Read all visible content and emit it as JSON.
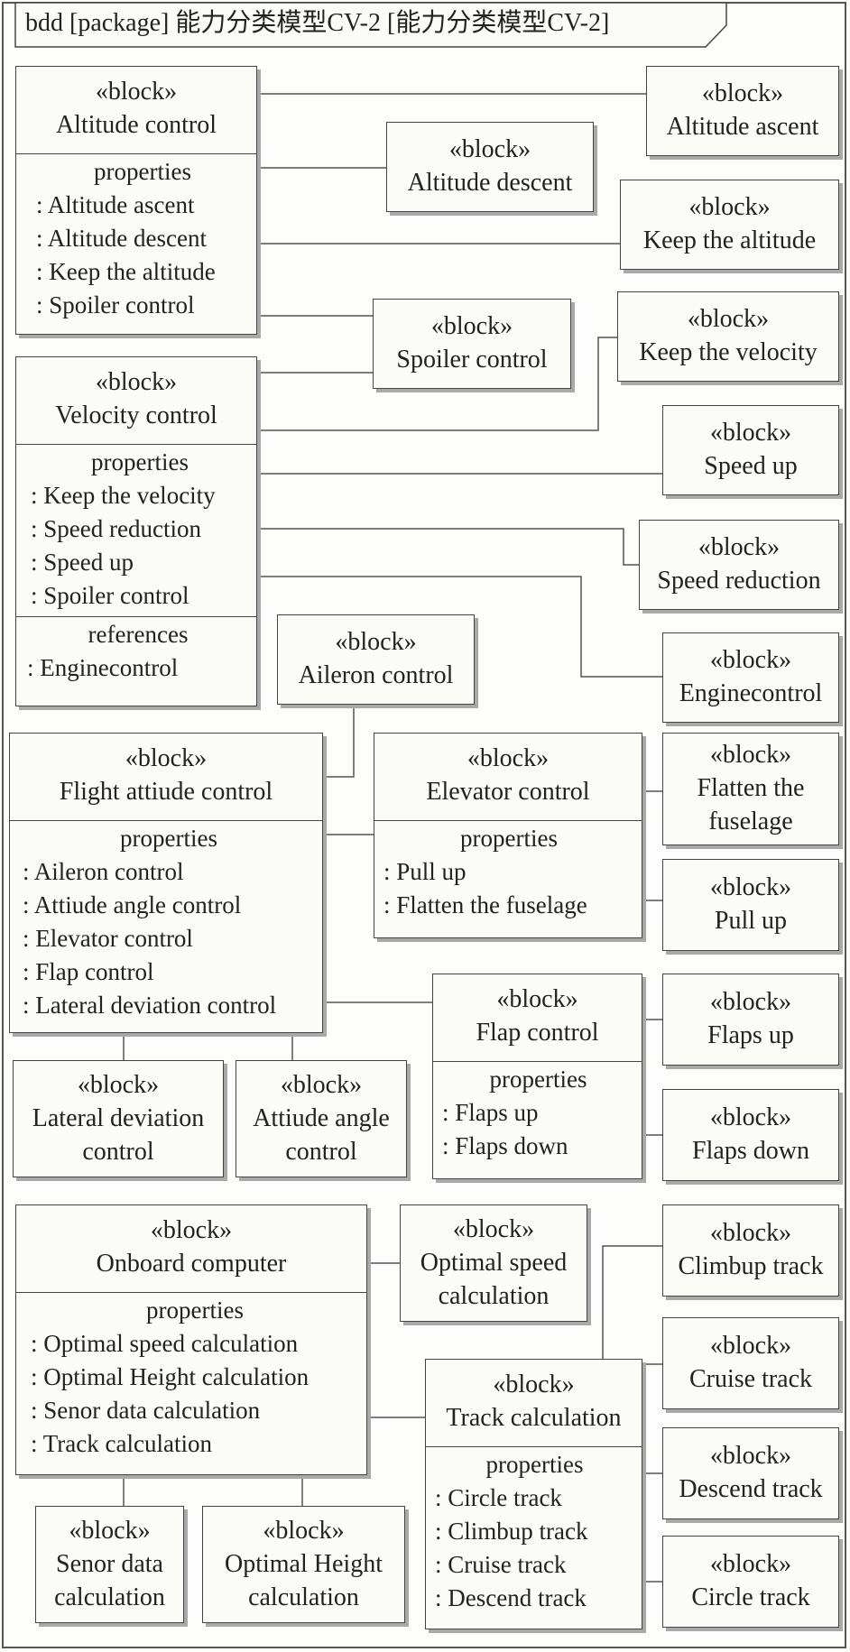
{
  "package_label": "bdd [package] 能力分类模型CV-2 [能力分类模型CV-2]",
  "blocks": [
    {
      "id": "altitude_control",
      "stereotype": "«block»",
      "name": [
        "Altitude control"
      ],
      "compartments": [
        {
          "title": "properties",
          "items": [
            ": Altitude ascent",
            ": Altitude descent",
            ": Keep the altitude",
            ": Spoiler control"
          ]
        }
      ]
    },
    {
      "id": "altitude_ascent",
      "stereotype": "«block»",
      "name": [
        "Altitude ascent"
      ]
    },
    {
      "id": "altitude_descent",
      "stereotype": "«block»",
      "name": [
        "Altitude descent"
      ]
    },
    {
      "id": "keep_altitude",
      "stereotype": "«block»",
      "name": [
        "Keep the altitude"
      ]
    },
    {
      "id": "spoiler_control",
      "stereotype": "«block»",
      "name": [
        "Spoiler control"
      ]
    },
    {
      "id": "keep_velocity",
      "stereotype": "«block»",
      "name": [
        "Keep the velocity"
      ]
    },
    {
      "id": "velocity_control",
      "stereotype": "«block»",
      "name": [
        "Velocity control"
      ],
      "compartments": [
        {
          "title": "properties",
          "items": [
            ": Keep the velocity",
            ": Speed reduction",
            ": Speed up",
            ": Spoiler control"
          ]
        },
        {
          "title": "references",
          "items": [
            ": Enginecontrol"
          ]
        }
      ]
    },
    {
      "id": "speed_up",
      "stereotype": "«block»",
      "name": [
        "Speed up"
      ]
    },
    {
      "id": "speed_reduction",
      "stereotype": "«block»",
      "name": [
        "Speed reduction"
      ]
    },
    {
      "id": "aileron_control",
      "stereotype": "«block»",
      "name": [
        "Aileron control"
      ]
    },
    {
      "id": "enginecontrol",
      "stereotype": "«block»",
      "name": [
        "Enginecontrol"
      ]
    },
    {
      "id": "flight_attitude_control",
      "stereotype": "«block»",
      "name": [
        "Flight attiude control"
      ],
      "compartments": [
        {
          "title": "properties",
          "items": [
            ": Aileron control",
            ": Attiude angle control",
            ": Elevator control",
            ": Flap control",
            ": Lateral deviation control"
          ]
        }
      ]
    },
    {
      "id": "elevator_control",
      "stereotype": "«block»",
      "name": [
        "Elevator control"
      ],
      "compartments": [
        {
          "title": "properties",
          "items": [
            ": Pull up",
            ": Flatten the fuselage"
          ]
        }
      ]
    },
    {
      "id": "flatten_fuselage",
      "stereotype": "«block»",
      "name": [
        "Flatten the",
        "fuselage"
      ]
    },
    {
      "id": "pull_up",
      "stereotype": "«block»",
      "name": [
        "Pull up"
      ]
    },
    {
      "id": "flap_control",
      "stereotype": "«block»",
      "name": [
        "Flap control"
      ],
      "compartments": [
        {
          "title": "properties",
          "items": [
            ": Flaps up",
            ": Flaps down"
          ]
        }
      ]
    },
    {
      "id": "flaps_up",
      "stereotype": "«block»",
      "name": [
        "Flaps up"
      ]
    },
    {
      "id": "flaps_down",
      "stereotype": "«block»",
      "name": [
        "Flaps down"
      ]
    },
    {
      "id": "lateral_deviation_control",
      "stereotype": "«block»",
      "name": [
        "Lateral deviation",
        "control"
      ]
    },
    {
      "id": "attitude_angle_control",
      "stereotype": "«block»",
      "name": [
        "Attiude angle",
        "control"
      ]
    },
    {
      "id": "onboard_computer",
      "stereotype": "«block»",
      "name": [
        "Onboard computer"
      ],
      "compartments": [
        {
          "title": "properties",
          "items": [
            ": Optimal speed calculation",
            ": Optimal Height calculation",
            ": Senor data calculation",
            ": Track calculation"
          ]
        }
      ]
    },
    {
      "id": "optimal_speed_calc",
      "stereotype": "«block»",
      "name": [
        "Optimal speed",
        "calculation"
      ]
    },
    {
      "id": "climbup_track",
      "stereotype": "«block»",
      "name": [
        "Climbup track"
      ]
    },
    {
      "id": "cruise_track",
      "stereotype": "«block»",
      "name": [
        "Cruise track"
      ]
    },
    {
      "id": "track_calculation",
      "stereotype": "«block»",
      "name": [
        "Track calculation"
      ],
      "compartments": [
        {
          "title": "properties",
          "items": [
            ": Circle track",
            ": Climbup track",
            ": Cruise track",
            ": Descend track"
          ]
        }
      ]
    },
    {
      "id": "descend_track",
      "stereotype": "«block»",
      "name": [
        "Descend track"
      ]
    },
    {
      "id": "circle_track",
      "stereotype": "«block»",
      "name": [
        "Circle track"
      ]
    },
    {
      "id": "senor_data_calc",
      "stereotype": "«block»",
      "name": [
        "Senor data",
        "calculation"
      ]
    },
    {
      "id": "optimal_height_calc",
      "stereotype": "«block»",
      "name": [
        "Optimal Height",
        "calculation"
      ]
    }
  ],
  "connections": [
    [
      "altitude_control",
      "altitude_ascent"
    ],
    [
      "altitude_control",
      "altitude_descent"
    ],
    [
      "altitude_control",
      "keep_altitude"
    ],
    [
      "altitude_control",
      "spoiler_control"
    ],
    [
      "velocity_control",
      "spoiler_control"
    ],
    [
      "velocity_control",
      "keep_velocity"
    ],
    [
      "velocity_control",
      "speed_up"
    ],
    [
      "velocity_control",
      "speed_reduction"
    ],
    [
      "velocity_control",
      "enginecontrol"
    ],
    [
      "flight_attitude_control",
      "aileron_control"
    ],
    [
      "flight_attitude_control",
      "elevator_control"
    ],
    [
      "elevator_control",
      "flatten_fuselage"
    ],
    [
      "elevator_control",
      "pull_up"
    ],
    [
      "flight_attitude_control",
      "flap_control"
    ],
    [
      "flap_control",
      "flaps_up"
    ],
    [
      "flap_control",
      "flaps_down"
    ],
    [
      "flight_attitude_control",
      "lateral_deviation_control"
    ],
    [
      "flight_attitude_control",
      "attitude_angle_control"
    ],
    [
      "onboard_computer",
      "optimal_speed_calc"
    ],
    [
      "onboard_computer",
      "track_calculation"
    ],
    [
      "onboard_computer",
      "senor_data_calc"
    ],
    [
      "onboard_computer",
      "optimal_height_calc"
    ],
    [
      "track_calculation",
      "climbup_track"
    ],
    [
      "track_calculation",
      "cruise_track"
    ],
    [
      "track_calculation",
      "descend_track"
    ],
    [
      "track_calculation",
      "circle_track"
    ]
  ]
}
